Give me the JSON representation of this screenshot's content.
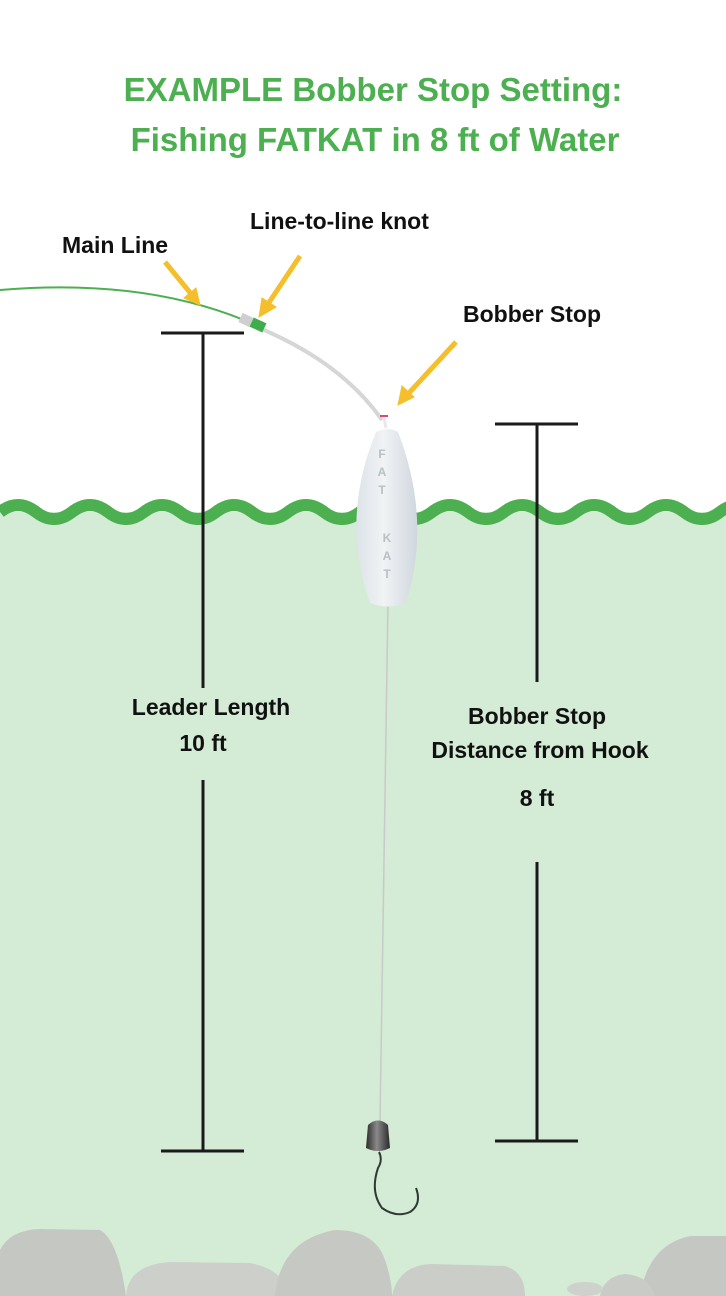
{
  "title": {
    "line1": "EXAMPLE Bobber Stop Setting:",
    "line2": "Fishing FATKAT in 8 ft of Water"
  },
  "callouts": {
    "main_line": "Main Line",
    "knot": "Line-to-line knot",
    "bobber_stop": "Bobber Stop"
  },
  "measurements": {
    "leader": {
      "label": "Leader Length",
      "value": "10 ft"
    },
    "stop_distance": {
      "label_line1": "Bobber Stop",
      "label_line2": "Distance from Hook",
      "value": "8 ft"
    }
  },
  "bobber": {
    "brand_text": "FAT KAT"
  },
  "colors": {
    "title_green": "#4caf50",
    "wave_green": "#4caf50",
    "water": "#d4ebd5",
    "arrow_yellow": "#f4bf2a",
    "main_line": "#4caf50",
    "leader_line": "#d9d9d9",
    "bracket": "#1a1a1a"
  }
}
